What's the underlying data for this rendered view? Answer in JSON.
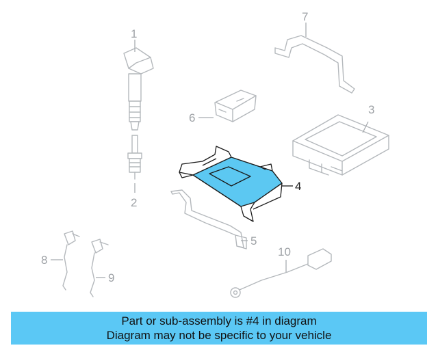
{
  "callouts": [
    {
      "id": "1",
      "label": "1"
    },
    {
      "id": "2",
      "label": "2"
    },
    {
      "id": "3",
      "label": "3"
    },
    {
      "id": "4",
      "label": "4"
    },
    {
      "id": "5",
      "label": "5"
    },
    {
      "id": "6",
      "label": "6"
    },
    {
      "id": "7",
      "label": "7"
    },
    {
      "id": "8",
      "label": "8"
    },
    {
      "id": "9",
      "label": "9"
    },
    {
      "id": "10",
      "label": "10"
    }
  ],
  "highlighted_part": "4",
  "banner": {
    "line1": "Part or sub-assembly is #4 in diagram",
    "line2": "Diagram may not be specific to your vehicle"
  },
  "colors": {
    "highlight": "#5cc8f2",
    "banner": "#5bc8f5",
    "ghost_line": "#b4b8bc"
  }
}
